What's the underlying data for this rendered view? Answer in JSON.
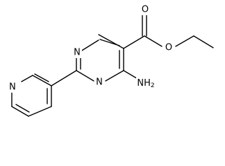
{
  "atoms": {
    "pyrimidine_n1": "N",
    "pyrimidine_n3": "N",
    "pyridine_n": "N",
    "ester_o_carbonyl": "O",
    "ester_o_ether": "O",
    "amino": "NH2"
  }
}
